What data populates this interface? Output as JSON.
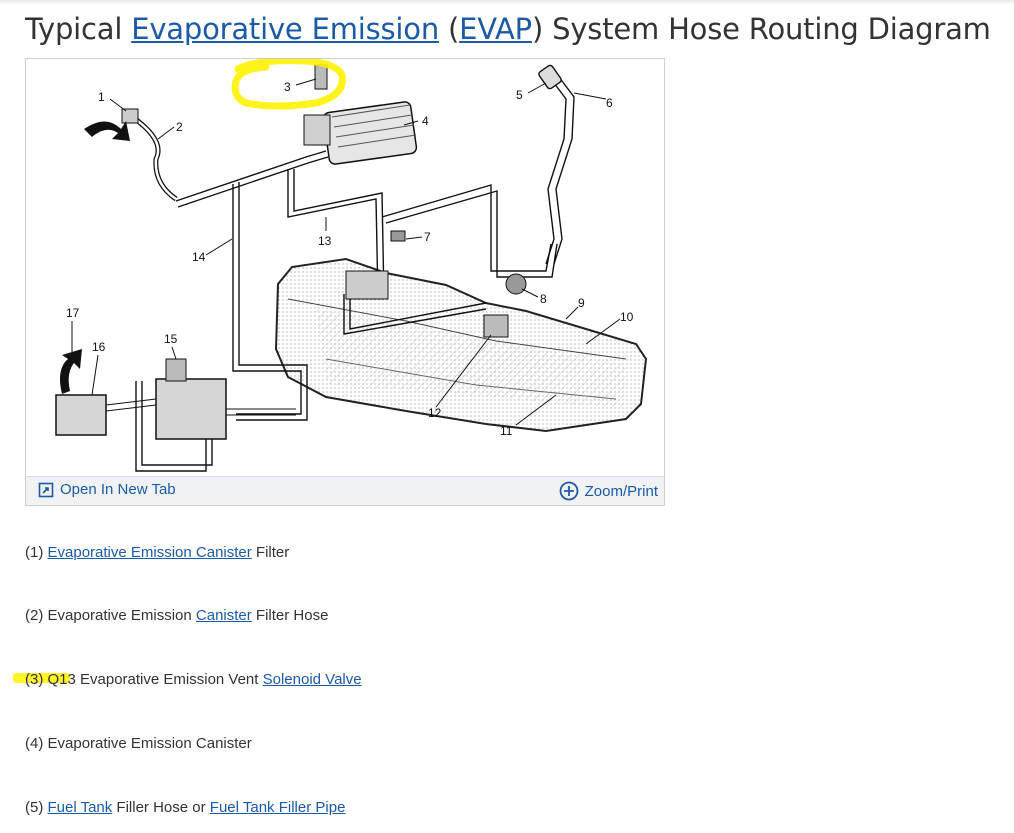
{
  "header": {
    "prefix": "Typical ",
    "link_evap_emission": "Evaporative Emission",
    "paren_open": " (",
    "link_evap": "EVAP",
    "suffix": ") System Hose Routing Diagram"
  },
  "figure": {
    "callouts": [
      "1",
      "2",
      "3",
      "4",
      "5",
      "6",
      "7",
      "8",
      "9",
      "10",
      "11",
      "12",
      "13",
      "14",
      "15",
      "16",
      "17"
    ],
    "toolbar": {
      "open_label": "Open In New Tab",
      "zoom_label": "Zoom/Print"
    },
    "annotation_color": "#fff200",
    "icons": [
      "open-in-new-tab-icon",
      "zoom-plus-icon"
    ]
  },
  "legend": [
    {
      "num": "(1) ",
      "link1": "Evaporative Emission Canister",
      "text1": " Filter"
    },
    {
      "num": "(2) Evaporative Emission ",
      "link1": "Canister",
      "text1": " Filter Hose"
    },
    {
      "num": "(3) Q13 Evaporative Emission Vent ",
      "link1": "Solenoid Valve",
      "text1": ""
    },
    {
      "num": "(4) Evaporative Emission Canister",
      "link1": "",
      "text1": ""
    },
    {
      "num": "(5) ",
      "link1": "Fuel Tank",
      "text1": " Filler Hose or ",
      "link2": "Fuel Tank Filler Pipe"
    }
  ],
  "colors": {
    "link": "#1c5aa8",
    "text": "#333333",
    "toolbar_bg": "#f1f2f6"
  }
}
